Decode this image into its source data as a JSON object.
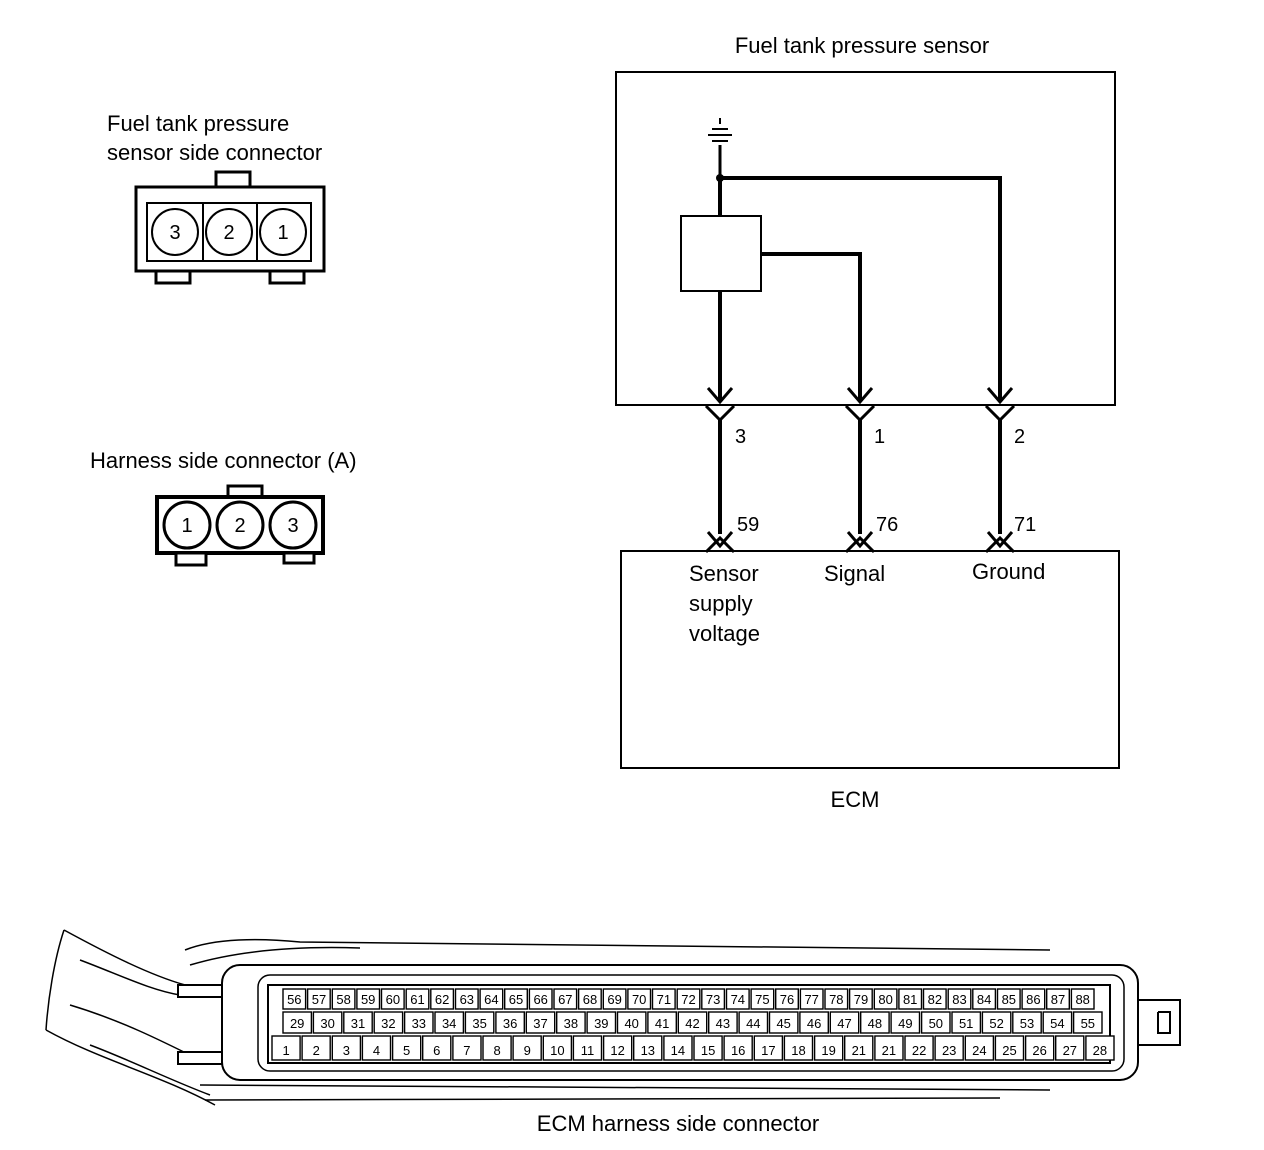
{
  "sensor_connector": {
    "title_line1": "Fuel tank pressure",
    "title_line2": "sensor side connector",
    "pins": [
      "3",
      "2",
      "1"
    ]
  },
  "harness_connector": {
    "title": "Harness side connector (A)",
    "pins": [
      "1",
      "2",
      "3"
    ]
  },
  "schematic": {
    "sensor_title": "Fuel tank pressure sensor",
    "sensor_pins": [
      "3",
      "1",
      "2"
    ],
    "ecm_pins": [
      "59",
      "76",
      "71"
    ],
    "signal_labels": {
      "supply_line1": "Sensor",
      "supply_line2": "supply",
      "supply_line3": "voltage",
      "signal": "Signal",
      "ground": "Ground"
    },
    "ecm_label": "ECM"
  },
  "ecm_connector": {
    "title": "ECM harness side connector",
    "row_top": [
      "56",
      "57",
      "58",
      "59",
      "60",
      "61",
      "62",
      "63",
      "64",
      "65",
      "66",
      "67",
      "68",
      "69",
      "70",
      "71",
      "72",
      "73",
      "74",
      "75",
      "76",
      "77",
      "78",
      "79",
      "80",
      "81",
      "82",
      "83",
      "84",
      "85",
      "86",
      "87",
      "88"
    ],
    "row_mid": [
      "29",
      "30",
      "31",
      "32",
      "33",
      "34",
      "35",
      "36",
      "37",
      "38",
      "39",
      "40",
      "41",
      "42",
      "43",
      "44",
      "45",
      "46",
      "47",
      "48",
      "49",
      "50",
      "51",
      "52",
      "53",
      "54",
      "55"
    ],
    "row_bot": [
      "1",
      "2",
      "3",
      "4",
      "5",
      "6",
      "7",
      "8",
      "9",
      "10",
      "11",
      "12",
      "13",
      "14",
      "15",
      "16",
      "17",
      "18",
      "19",
      "21",
      "21",
      "22",
      "23",
      "24",
      "25",
      "26",
      "27",
      "28"
    ]
  }
}
